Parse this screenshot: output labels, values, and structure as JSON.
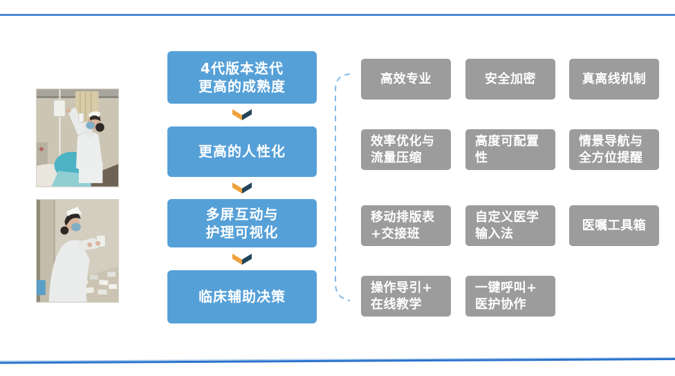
{
  "slide": {
    "accent_blue": "#56a0d8",
    "gray": "#9c9c9c",
    "line_blue": "#2b72cc",
    "bracket_blue": "#7fb8e6",
    "arrow_orange": "#f0a13c",
    "arrow_navy": "#23455a"
  },
  "flow_boxes": [
    {
      "text": "4代版本迭代\n更高的成熟度"
    },
    {
      "text": "更高的人性化"
    },
    {
      "text": "多屏互动与\n护理可视化"
    },
    {
      "text": "临床辅助决策"
    }
  ],
  "feature_boxes": [
    {
      "text": "高效专业"
    },
    {
      "text": "安全加密"
    },
    {
      "text": "真离线机制"
    },
    {
      "text": "效率优化与\n流量压缩"
    },
    {
      "text": "高度可配置\n性"
    },
    {
      "text": "情景导航与\n全方位提醒"
    },
    {
      "text": "移动排版表\n+交接班"
    },
    {
      "text": "自定义医学\n输入法"
    },
    {
      "text": "医嘱工具箱"
    },
    {
      "text": "操作导引+\n在线教学"
    },
    {
      "text": "一键呼叫+\n医护协作"
    }
  ]
}
